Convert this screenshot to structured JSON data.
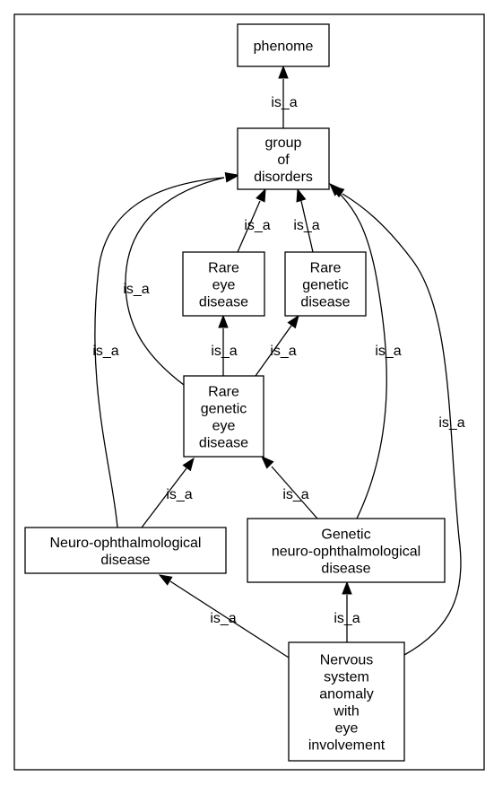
{
  "nodes": [
    {
      "id": "phenome",
      "lines": [
        "phenome"
      ]
    },
    {
      "id": "group",
      "lines": [
        "group",
        "of",
        "disorders"
      ]
    },
    {
      "id": "rare-eye",
      "lines": [
        "Rare",
        "eye",
        "disease"
      ]
    },
    {
      "id": "rare-genetic",
      "lines": [
        "Rare",
        "genetic",
        "disease"
      ]
    },
    {
      "id": "rare-genetic-eye",
      "lines": [
        "Rare",
        "genetic",
        "eye",
        "disease"
      ]
    },
    {
      "id": "neuro-oph",
      "lines": [
        "Neuro-ophthalmological",
        "disease"
      ]
    },
    {
      "id": "genetic-neuro-oph",
      "lines": [
        "Genetic",
        "neuro-ophthalmological",
        "disease"
      ]
    },
    {
      "id": "nervous",
      "lines": [
        "Nervous",
        "system",
        "anomaly",
        "with",
        "eye",
        "involvement"
      ]
    }
  ],
  "edges": [
    {
      "id": "group-phenome",
      "from": "group",
      "to": "phenome",
      "label": "is_a"
    },
    {
      "id": "rare-eye-group",
      "from": "rare-eye",
      "to": "group",
      "label": "is_a"
    },
    {
      "id": "rare-genetic-group",
      "from": "rare-genetic",
      "to": "group",
      "label": "is_a"
    },
    {
      "id": "rge-group",
      "from": "rare-genetic-eye",
      "to": "group",
      "label": "is_a"
    },
    {
      "id": "rge-rare-eye",
      "from": "rare-genetic-eye",
      "to": "rare-eye",
      "label": "is_a"
    },
    {
      "id": "rge-rare-genetic",
      "from": "rare-genetic-eye",
      "to": "rare-genetic",
      "label": "is_a"
    },
    {
      "id": "neuro-group",
      "from": "neuro-oph",
      "to": "group",
      "label": "is_a"
    },
    {
      "id": "neuro-rge",
      "from": "neuro-oph",
      "to": "rare-genetic-eye",
      "label": "is_a"
    },
    {
      "id": "gneuro-rge",
      "from": "genetic-neuro-oph",
      "to": "rare-genetic-eye",
      "label": "is_a"
    },
    {
      "id": "gneuro-group",
      "from": "genetic-neuro-oph",
      "to": "group",
      "label": "is_a"
    },
    {
      "id": "nervous-neuro",
      "from": "nervous",
      "to": "neuro-oph",
      "label": "is_a"
    },
    {
      "id": "nervous-gneuro",
      "from": "nervous",
      "to": "genetic-neuro-oph",
      "label": "is_a"
    },
    {
      "id": "nervous-group",
      "from": "nervous",
      "to": "group",
      "label": "is_a"
    }
  ]
}
